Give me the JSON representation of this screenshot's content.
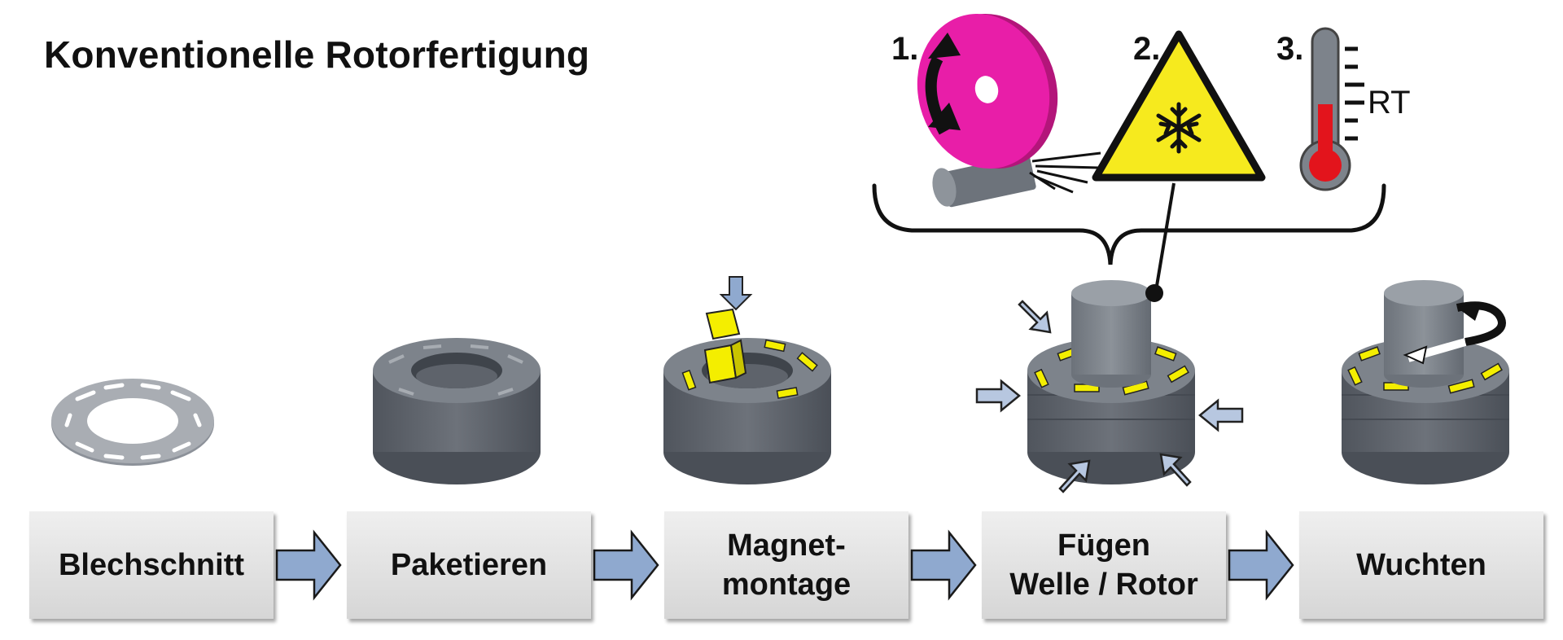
{
  "title": "Konventionelle Rotorfertigung",
  "steps": [
    {
      "label": "Blechschnitt"
    },
    {
      "label": "Paketieren"
    },
    {
      "label": "Magnet-\nmontage"
    },
    {
      "label": "Fügen\nWelle / Rotor"
    },
    {
      "label": "Wuchten"
    }
  ],
  "methods": [
    {
      "number": "1.",
      "icon": "grinding-wheel-icon"
    },
    {
      "number": "2.",
      "icon": "cold-warning-icon"
    },
    {
      "number": "3.",
      "icon": "thermometer-icon"
    }
  ],
  "thermometer_label": "RT",
  "colors": {
    "arrow_fill": "#8fa9cf",
    "magnet_yellow": "#f4ee00",
    "grinding_wheel": "#e81ea8",
    "warning_yellow": "#f6ea1e",
    "steel_gray": "#5b6069",
    "thermo_red": "#e3141c"
  }
}
